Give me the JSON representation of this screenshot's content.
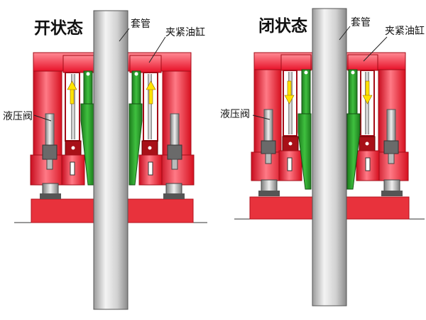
{
  "panels": [
    {
      "state_title": "开状态",
      "casing_label": "套管",
      "cylinder_label": "夹紧油缸",
      "valve_label": "液压阀",
      "arrow_direction": "up"
    },
    {
      "state_title": "闭状态",
      "casing_label": "套管",
      "cylinder_label": "夹紧油缸",
      "valve_label": "液压阀",
      "arrow_direction": "down"
    }
  ],
  "colors": {
    "cylinder_red": "#e8132a",
    "cylinder_highlight": "#ff8a94",
    "base_red": "#e8323c",
    "wedge_green": "#2fa12f",
    "casing_gray": "#cfcfcf",
    "arrow_yellow": "#ffe300"
  }
}
